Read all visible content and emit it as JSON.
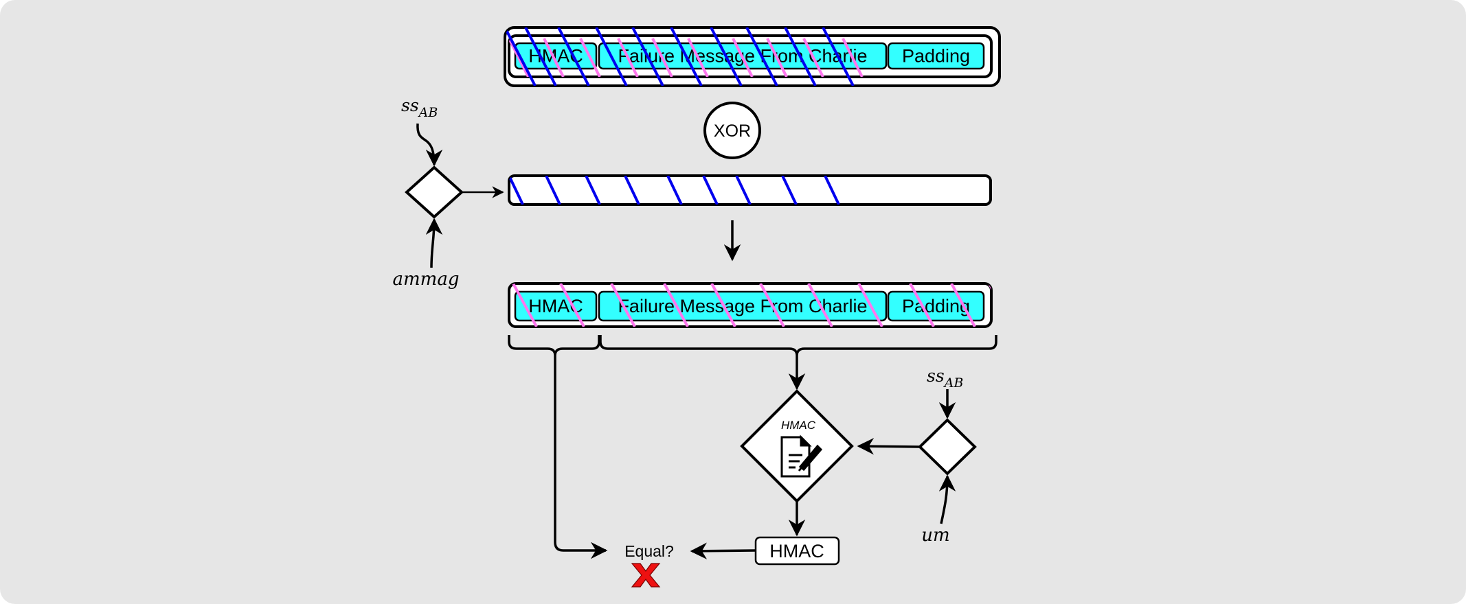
{
  "diagram": {
    "packet_fields": [
      {
        "label": "HMAC"
      },
      {
        "label": "Failure Message From Charlie"
      },
      {
        "label": "Padding"
      }
    ],
    "xor_label": "XOR",
    "left_generator": {
      "top_input": {
        "base": "ss",
        "sub": "AB"
      },
      "bottom_input": "ammag"
    },
    "right_generator": {
      "top_input": {
        "base": "ss",
        "sub": "AB"
      },
      "bottom_input": "um"
    },
    "hmac_process_label": "HMAC",
    "hmac_result_label": "HMAC",
    "compare_label": "Equal?",
    "compare_result": "fail",
    "colors": {
      "background": "#e6e6e6",
      "field_fill": "#33ffff",
      "keystream_stripe": "#0000ee",
      "encryption_stripe": "#ff77ee",
      "fail_mark": "#ee1111"
    }
  }
}
